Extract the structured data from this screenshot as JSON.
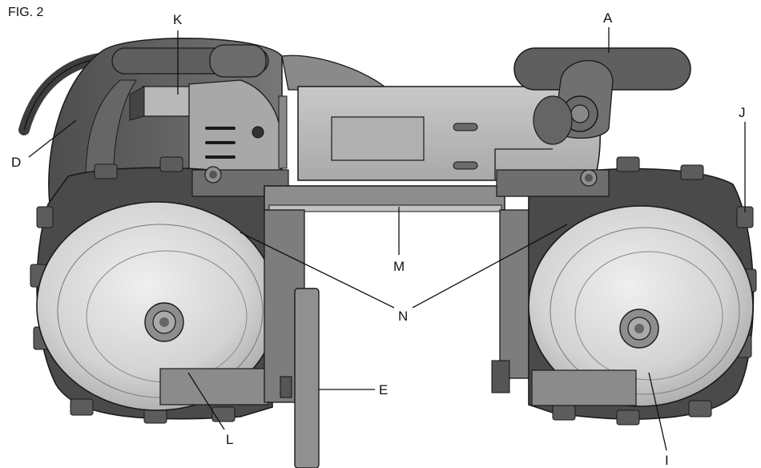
{
  "figure": {
    "title": "FIG. 2"
  },
  "callouts": {
    "A": "A",
    "D": "D",
    "E": "E",
    "I": "I",
    "J": "J",
    "K": "K",
    "L": "L",
    "M": "M",
    "N": "N"
  },
  "colors": {
    "body_dark": "#5a5a5a",
    "body_mid": "#8c8c8c",
    "body_light": "#bdbdbd",
    "wheel_face": "#d9d9d9",
    "tire": "#3a3a3a",
    "outline": "#1a1a1a"
  }
}
